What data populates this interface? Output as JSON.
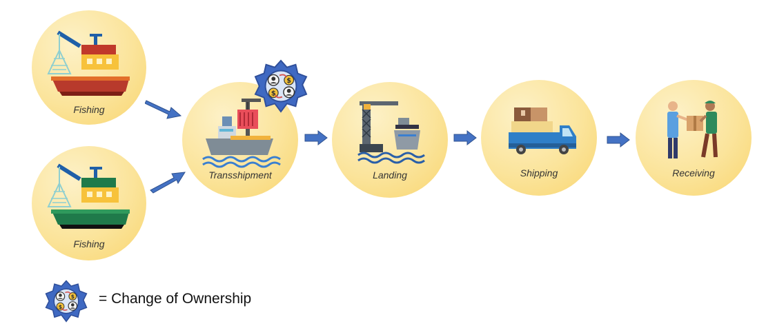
{
  "stages": {
    "fishing_top": {
      "label": "Fishing",
      "icon": "fishing-boat-red-icon"
    },
    "fishing_bottom": {
      "label": "Fishing",
      "icon": "fishing-boat-green-icon"
    },
    "transshipment": {
      "label": "Transshipment",
      "icon": "cargo-ship-crane-icon"
    },
    "landing": {
      "label": "Landing",
      "icon": "port-crane-ship-icon"
    },
    "shipping": {
      "label": "Shipping",
      "icon": "delivery-truck-icon"
    },
    "receiving": {
      "label": "Receiving",
      "icon": "package-handover-icon"
    }
  },
  "legend": {
    "text": "= Change of Ownership",
    "icon": "change-of-ownership-badge-icon"
  },
  "colors": {
    "node_fill": "#fbe49b",
    "arrow": "#4472c4",
    "badge": "#3f69c2"
  }
}
